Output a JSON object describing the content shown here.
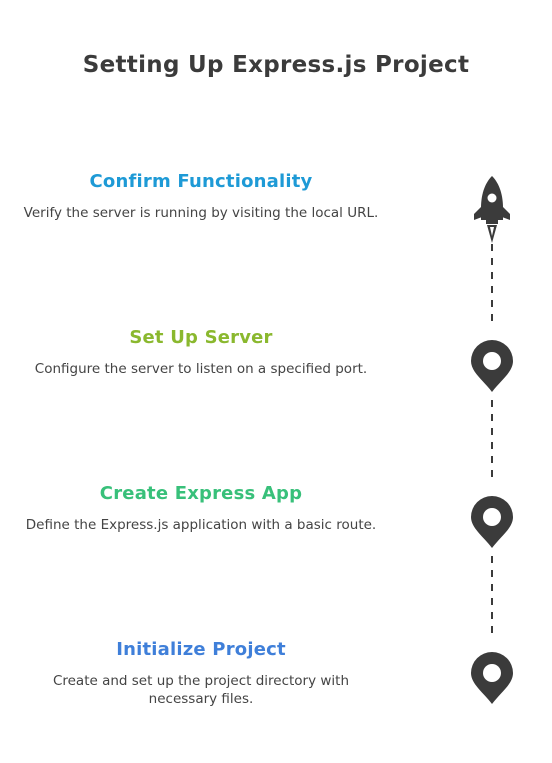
{
  "title": "Setting Up Express.js Project",
  "steps": [
    {
      "title": "Confirm Functionality",
      "description": "Verify the server is running by visiting the local URL.",
      "color": "#1e9ad6",
      "icon": "rocket-icon"
    },
    {
      "title": "Set Up Server",
      "description": "Configure the server to listen on a specified port.",
      "color": "#8ab82e",
      "icon": "map-pin-icon"
    },
    {
      "title": "Create Express App",
      "description": "Define the Express.js application with a basic route.",
      "color": "#38c07a",
      "icon": "map-pin-icon"
    },
    {
      "title": "Initialize Project",
      "description": "Create and set up the project directory with necessary files.",
      "color": "#3f7fd9",
      "icon": "map-pin-icon"
    }
  ]
}
